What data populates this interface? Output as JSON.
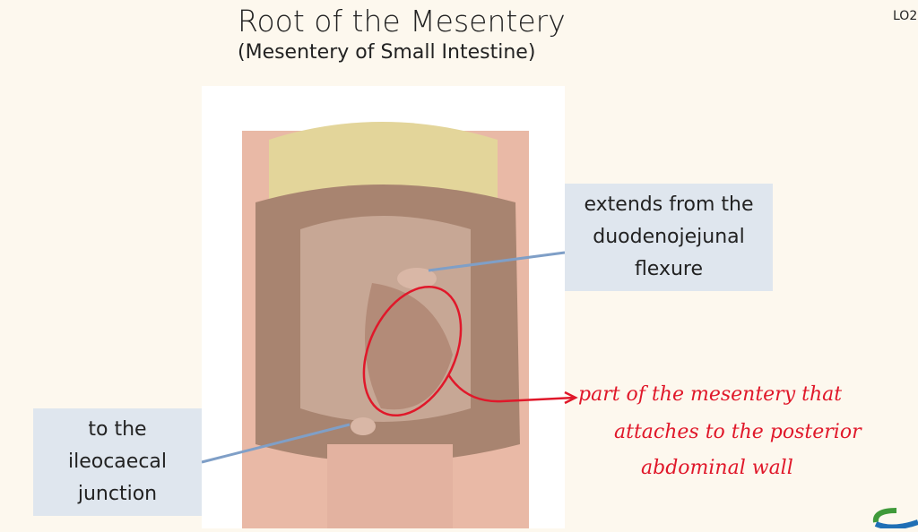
{
  "slide": {
    "title": "Root of the Mesentery",
    "subtitle": "(Mesentery of Small Intestine)",
    "objective_tag": "LO2"
  },
  "callouts": {
    "top_right": [
      "extends from the",
      "duodenojejunal",
      "flexure"
    ],
    "bottom_left": [
      "to the",
      "ileocaecal",
      "junction"
    ]
  },
  "annotation": {
    "lines": [
      "part of the mesentery that",
      "attaches to the posterior",
      "abdominal wall"
    ],
    "color": "#e0182a"
  },
  "colors": {
    "background": "#fdf8ee",
    "callout_fill": "#dfe6ee",
    "pointer_line": "#7f9fc7"
  }
}
